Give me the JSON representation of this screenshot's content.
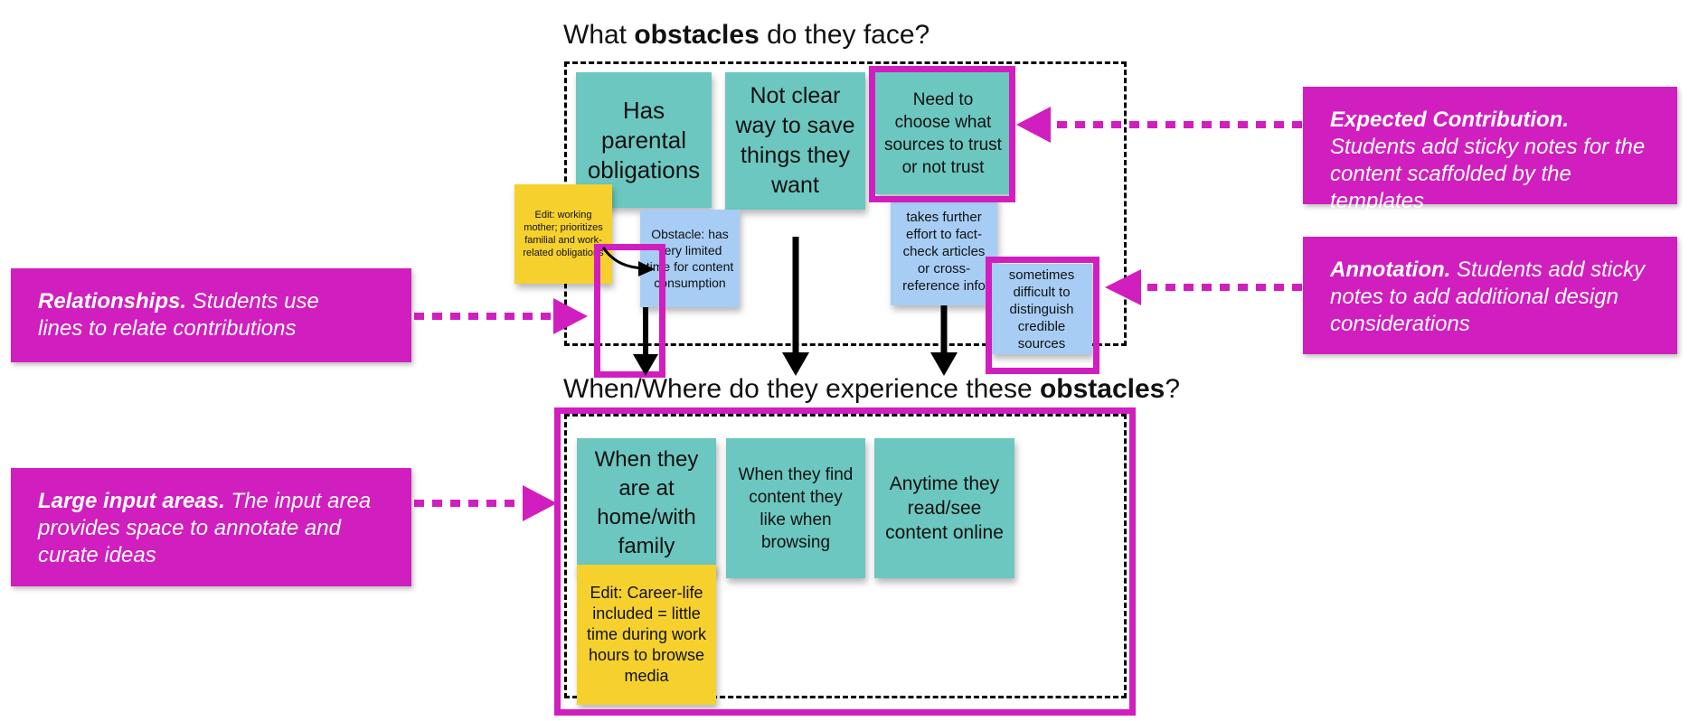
{
  "headings": {
    "q1": {
      "prefix": "What ",
      "bold": "obstacles",
      "suffix": " do they face?"
    },
    "q2": {
      "prefix": "When/Where do they experience these ",
      "bold": "obstacles",
      "suffix": "?"
    }
  },
  "obstacles": {
    "note1": "Has parental obligations",
    "note2": "Not clear way to save things they want",
    "note3": "Need to choose what sources to trust or not trust",
    "edit_note": "Edit: working mother; prioritizes familial and work-related obligations",
    "obstacle_note": "Obstacle: has very limited time  for content consumption",
    "factcheck_note": "takes further effort to fact-check articles or cross-reference info",
    "distinguish_note": "sometimes difficult to distinguish credible sources"
  },
  "experiences": {
    "note1": "When they are at home/with family",
    "note2": "When they find content they like when browsing",
    "note3": "Anytime they read/see content online",
    "edit_note": "Edit: Career-life included = little time during work hours to browse media"
  },
  "callouts": {
    "expected": {
      "title": "Expected Contribution.",
      "text": " Students add sticky notes for the content scaffolded by the templates"
    },
    "annotation": {
      "title": "Annotation.",
      "text": " Students add sticky notes to add additional design considerations"
    },
    "relationships": {
      "title": "Relationships.",
      "text": " Students use lines to relate contributions"
    },
    "large_input": {
      "title": "Large input areas.",
      "text": " The input area provides space to annotate and curate ideas"
    }
  },
  "colors": {
    "magenta": "#d11ebe",
    "teal": "#6cc7c0",
    "blue": "#a7cdf4",
    "yellow": "#f6d12e"
  }
}
